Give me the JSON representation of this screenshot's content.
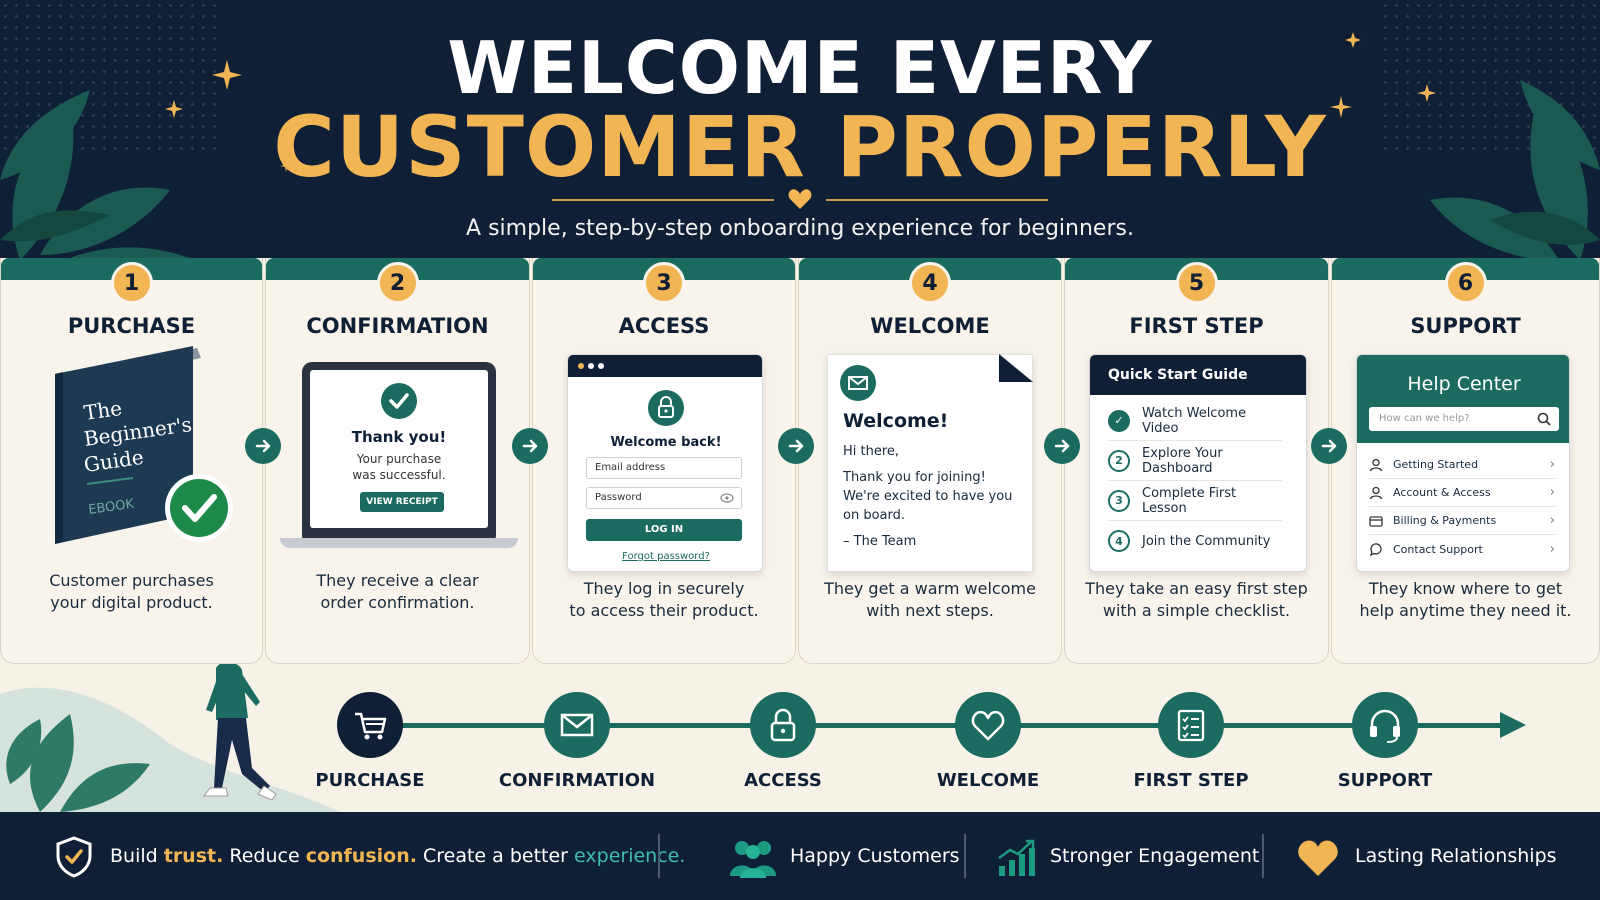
{
  "header": {
    "title_line1": "WELCOME EVERY",
    "title_line2": "CUSTOMER PROPERLY",
    "subtitle": "A simple, step-by-step onboarding experience for beginners."
  },
  "steps": [
    {
      "number": "1",
      "title": "PURCHASE",
      "desc_line1": "Customer purchases",
      "desc_line2": "your digital product."
    },
    {
      "number": "2",
      "title": "CONFIRMATION",
      "desc_line1": "They receive a clear",
      "desc_line2": "order confirmation."
    },
    {
      "number": "3",
      "title": "ACCESS",
      "desc_line1": "They log in securely",
      "desc_line2": "to access their product."
    },
    {
      "number": "4",
      "title": "WELCOME",
      "desc_line1": "They get a warm welcome",
      "desc_line2": "with next steps."
    },
    {
      "number": "5",
      "title": "FIRST STEP",
      "desc_line1": "They take an easy first step",
      "desc_line2": "with a simple checklist."
    },
    {
      "number": "6",
      "title": "SUPPORT",
      "desc_line1": "They know where to get",
      "desc_line2": "help anytime they need it."
    }
  ],
  "book": {
    "line1": "The",
    "line2": "Beginner's",
    "line3": "Guide",
    "tag": "EBOOK"
  },
  "confirmation_screen": {
    "title": "Thank you!",
    "line1": "Your purchase",
    "line2": "was successful.",
    "button": "VIEW RECEIPT"
  },
  "login_screen": {
    "title": "Welcome back!",
    "email_placeholder": "Email address",
    "password_placeholder": "Password",
    "button": "LOG IN",
    "forgot": "Forgot password?"
  },
  "welcome_letter": {
    "title": "Welcome!",
    "greeting": "Hi there,",
    "line1": "Thank you for joining!",
    "line2": "We're excited to have you",
    "line3": "on board.",
    "signoff": "– The Team"
  },
  "quick_start": {
    "title": "Quick Start Guide",
    "items": [
      {
        "num": "✓",
        "label": "Watch Welcome Video"
      },
      {
        "num": "2",
        "label": "Explore Your Dashboard"
      },
      {
        "num": "3",
        "label": "Complete First Lesson"
      },
      {
        "num": "4",
        "label": "Join the Community"
      }
    ]
  },
  "help_center": {
    "title": "Help Center",
    "search_placeholder": "How can we help?",
    "items": [
      {
        "label": "Getting Started"
      },
      {
        "label": "Account & Access"
      },
      {
        "label": "Billing & Payments"
      },
      {
        "label": "Contact Support"
      }
    ]
  },
  "journey": {
    "labels": [
      "PURCHASE",
      "CONFIRMATION",
      "ACCESS",
      "WELCOME",
      "FIRST STEP",
      "SUPPORT"
    ],
    "icons": [
      "cart-icon",
      "envelope-icon",
      "lock-icon",
      "heart-icon",
      "checklist-icon",
      "headset-icon"
    ]
  },
  "footer": {
    "part1": "Build ",
    "word_trust": "trust.",
    "part2": " Reduce ",
    "word_confusion": "confusion.",
    "part3": " Create a better ",
    "word_experience": "experience.",
    "items": [
      {
        "label": "Happy Customers",
        "icon": "people-icon"
      },
      {
        "label": "Stronger Engagement",
        "icon": "growth-chart-icon"
      },
      {
        "label": "Lasting Relationships",
        "icon": "heart-icon"
      }
    ]
  },
  "colors": {
    "navy": "#0f1f36",
    "gold": "#f2b553",
    "teal": "#1c6b60",
    "cream": "#f7f2e8"
  }
}
